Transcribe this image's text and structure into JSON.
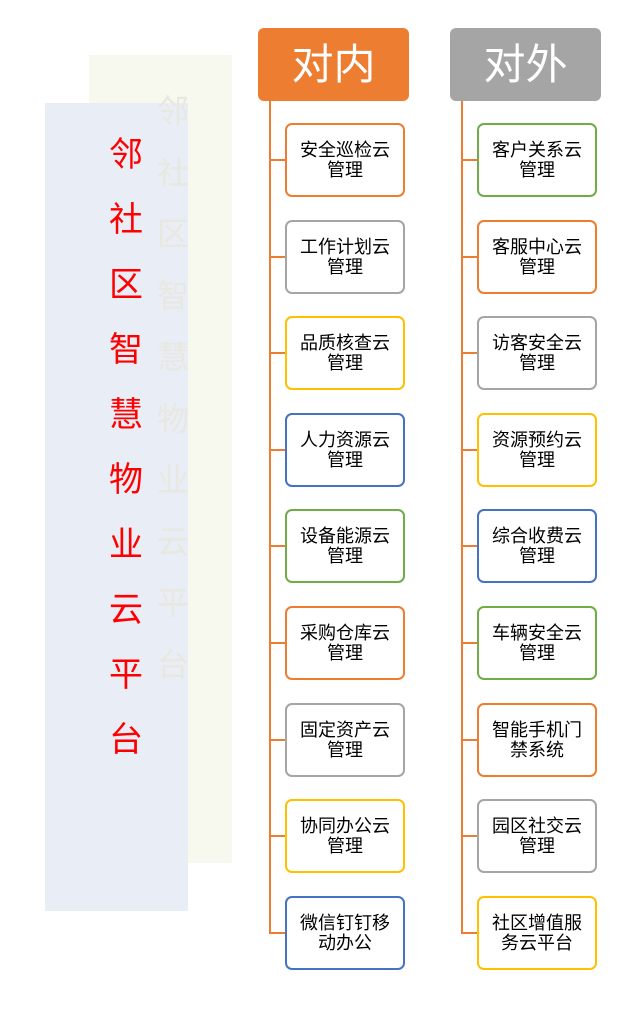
{
  "title_vertical": [
    "邻",
    "社",
    "区",
    "智",
    "慧",
    "物",
    "业",
    "云",
    "平",
    "台"
  ],
  "headers": {
    "inner": "对内",
    "outer": "对外"
  },
  "colors": {
    "connector": "#ed7d31",
    "inner_header": "#ed7d31",
    "outer_header": "#a5a5a5",
    "title_text": "#ff0000"
  },
  "inner_items": [
    {
      "label": "安全巡检云管理",
      "border": "#ed7d31"
    },
    {
      "label": "工作计划云管理",
      "border": "#a5a5a5"
    },
    {
      "label": "品质核查云管理",
      "border": "#ffc000"
    },
    {
      "label": "人力资源云管理",
      "border": "#4472c4"
    },
    {
      "label": "设备能源云管理",
      "border": "#70ad47"
    },
    {
      "label": "采购仓库云管理",
      "border": "#ed7d31"
    },
    {
      "label": "固定资产云管理",
      "border": "#a5a5a5"
    },
    {
      "label": "协同办公云管理",
      "border": "#ffc000"
    },
    {
      "label": "微信钉钉移动办公",
      "border": "#4472c4"
    }
  ],
  "outer_items": [
    {
      "label": "客户关系云管理",
      "border": "#70ad47"
    },
    {
      "label": "客服中心云管理",
      "border": "#ed7d31"
    },
    {
      "label": "访客安全云管理",
      "border": "#a5a5a5"
    },
    {
      "label": "资源预约云管理",
      "border": "#ffc000"
    },
    {
      "label": "综合收费云管理",
      "border": "#4472c4"
    },
    {
      "label": "车辆安全云管理",
      "border": "#70ad47"
    },
    {
      "label": "智能手机门禁系统",
      "border": "#ed7d31"
    },
    {
      "label": "园区社交云管理",
      "border": "#a5a5a5"
    },
    {
      "label": "社区增值服务云平台",
      "border": "#ffc000"
    }
  ]
}
